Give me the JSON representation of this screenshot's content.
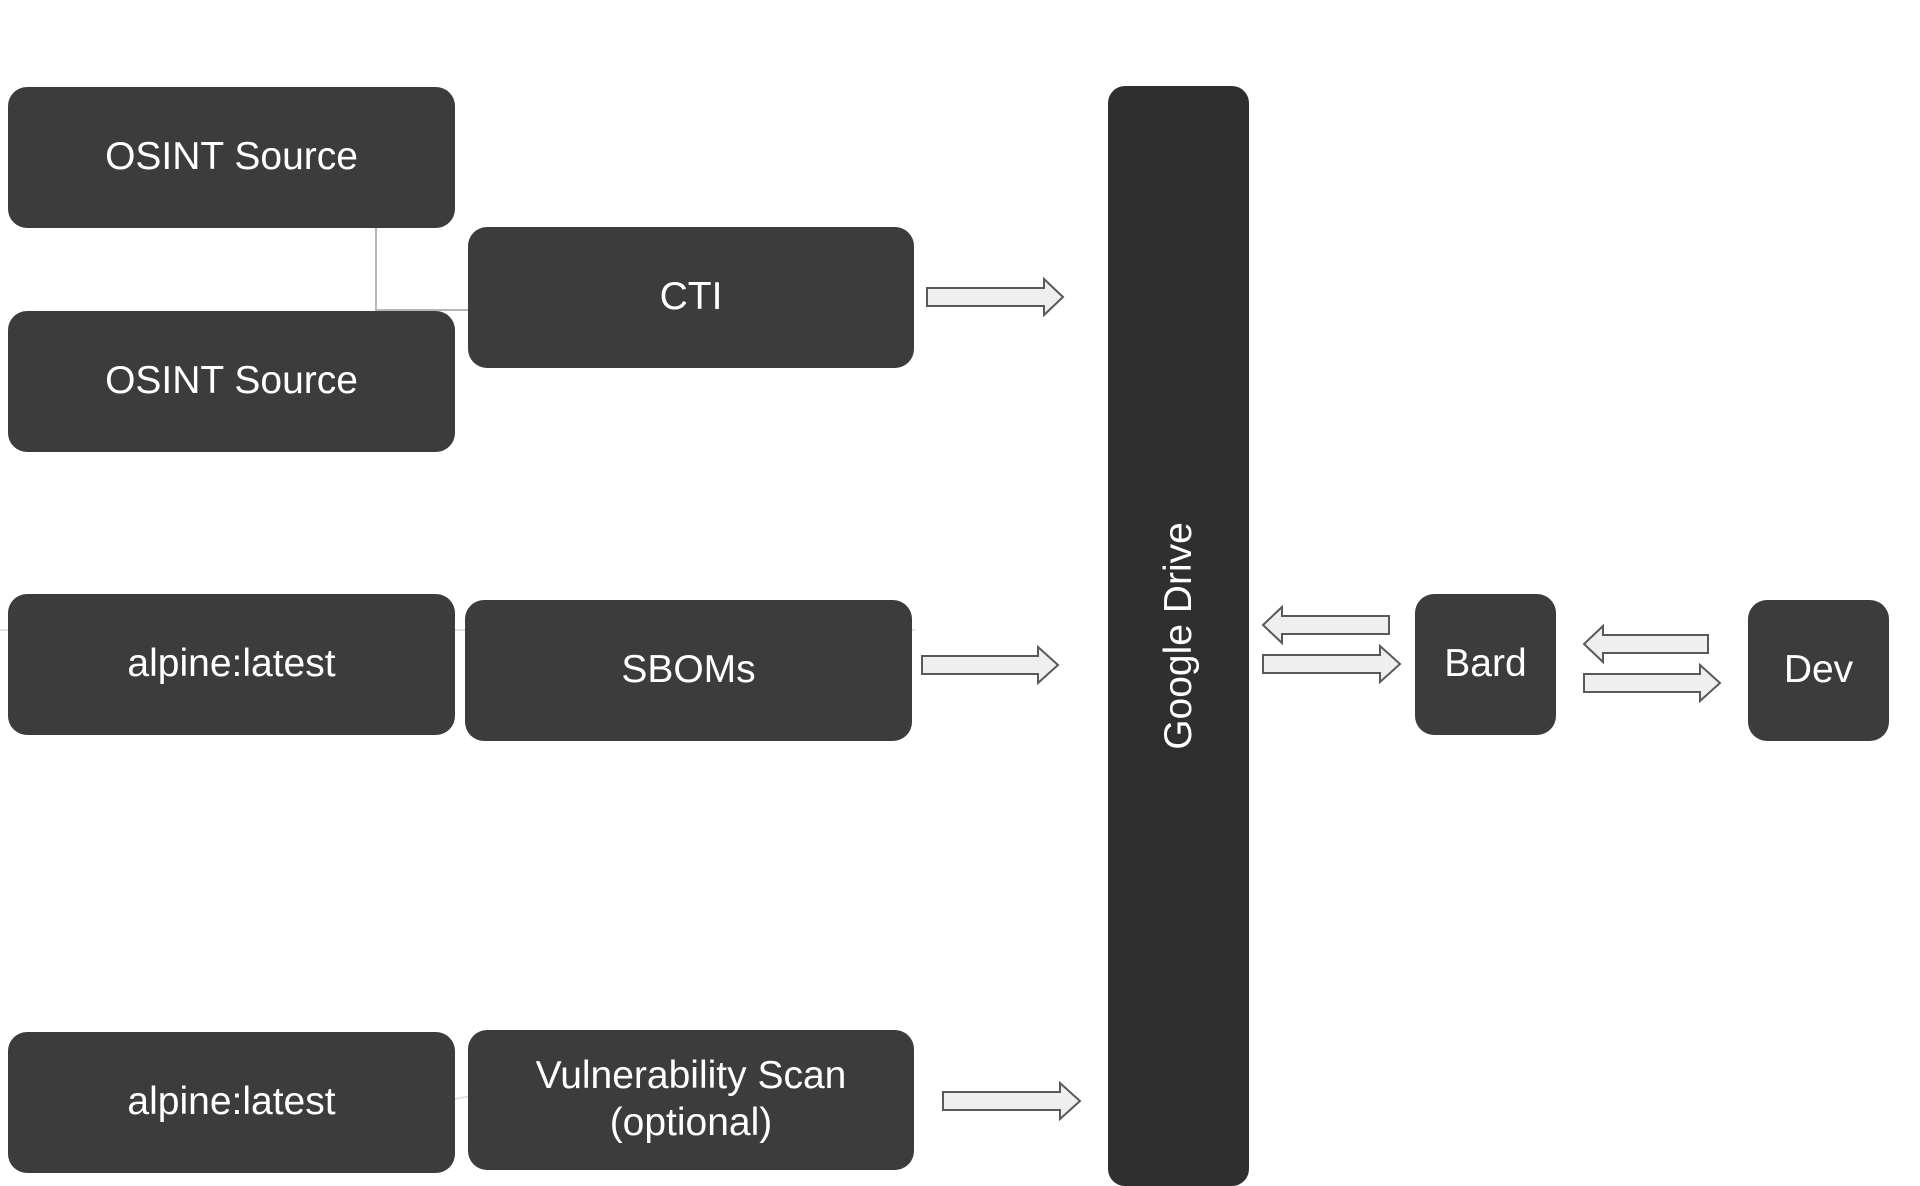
{
  "nodes": {
    "osint_source_1": "OSINT Source",
    "osint_source_2": "OSINT Source",
    "cti": "CTI",
    "alpine_1": "alpine:latest",
    "sboms": "SBOMs",
    "alpine_2": "alpine:latest",
    "vuln_scan": "Vulnerability Scan\n(optional)",
    "google_drive": "Google Drive",
    "bard": "Bard",
    "dev": "Dev"
  },
  "colors": {
    "box_fill": "#3c3c3c",
    "drive_fill": "#2f2f2f",
    "arrow_fill": "#efefef",
    "arrow_stroke": "#595959",
    "connector": "#b7b7b7",
    "text": "#ffffff"
  }
}
